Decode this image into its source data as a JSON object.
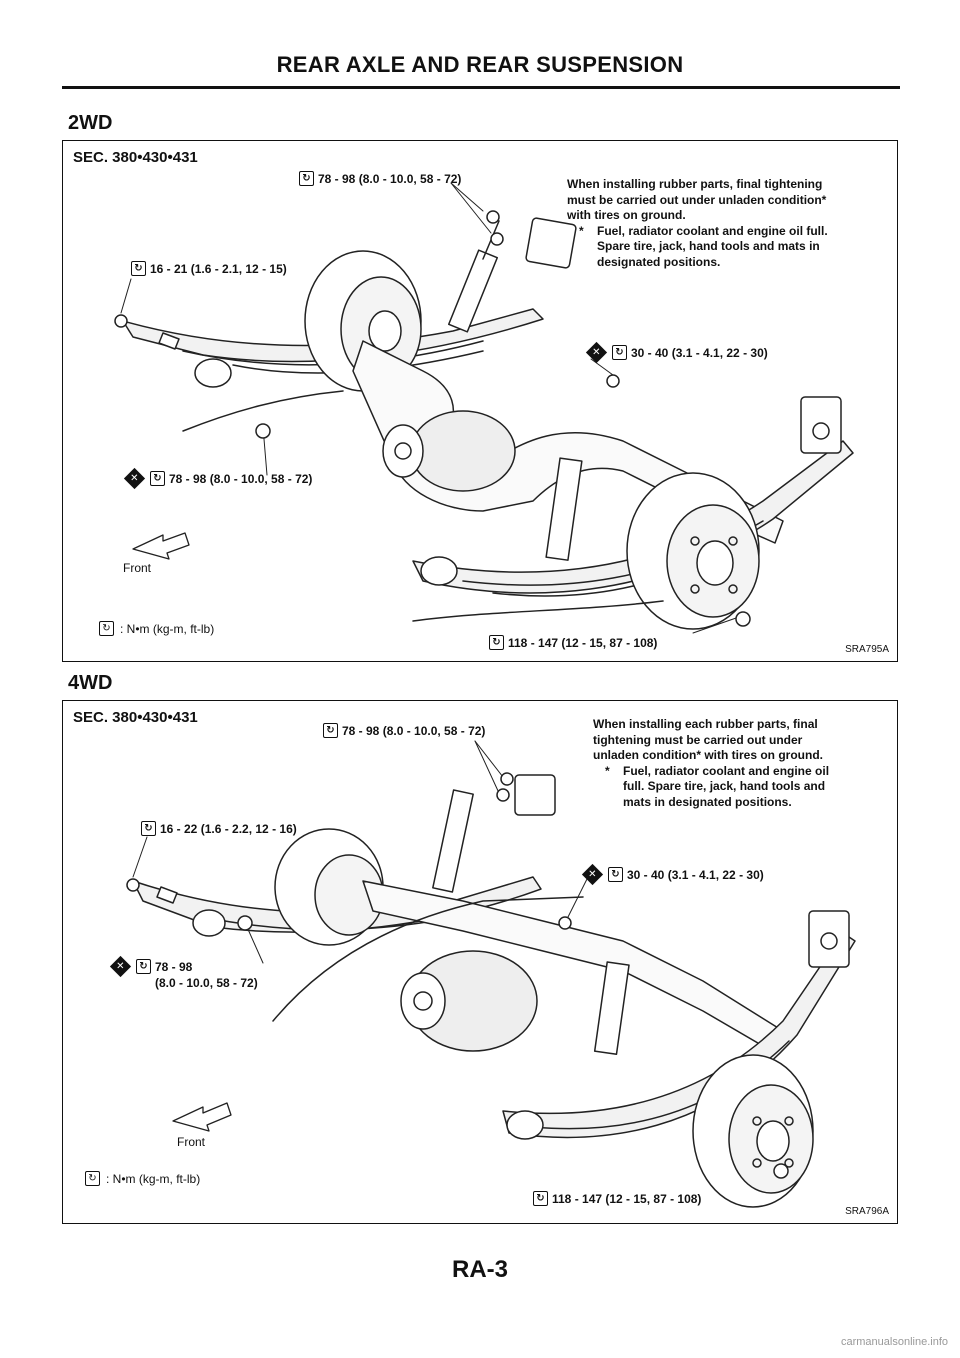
{
  "page": {
    "header": "REAR AXLE AND REAR SUSPENSION",
    "page_number": "RA-3",
    "watermark": "carmanualsonline.info"
  },
  "icons": {
    "torque": "torque-wrench-icon",
    "replace": "do-not-reuse-icon"
  },
  "section_2wd": {
    "heading": "2WD",
    "sec_code": "SEC. 380•430•431",
    "callout_top": "78 - 98 (8.0 - 10.0, 58 - 72)",
    "callout_left": "16 - 21 (1.6 - 2.1, 12 - 15)",
    "callout_mid": "30 - 40 (3.1 - 4.1, 22 - 30)",
    "callout_lower": "78 - 98 (8.0 - 10.0, 58 - 72)",
    "callout_bottom": "118 - 147 (12 - 15, 87 - 108)",
    "note_line1": "When installing rubber parts, final tightening",
    "note_line2": "must be carried out under unladen condition*",
    "note_line3": "with tires on ground.",
    "footnote_star": "*",
    "footnote_line1": "Fuel, radiator coolant and engine oil full.",
    "footnote_line2": "Spare tire, jack, hand tools and mats in",
    "footnote_line3": "designated positions.",
    "front_label": "Front",
    "legend": ": N•m (kg-m, ft-lb)",
    "figure_code": "SRA795A"
  },
  "section_4wd": {
    "heading": "4WD",
    "sec_code": "SEC. 380•430•431",
    "callout_top": "78 - 98 (8.0 - 10.0, 58 - 72)",
    "callout_left": "16 - 22 (1.6 - 2.2, 12 - 16)",
    "callout_mid": "30 - 40 (3.1 - 4.1, 22 - 30)",
    "callout_lower_1": "78 - 98",
    "callout_lower_2": "(8.0 - 10.0, 58 - 72)",
    "callout_bottom": "118 - 147 (12 - 15, 87 - 108)",
    "note_line1": "When installing each rubber parts, final",
    "note_line2": "tightening must be carried out under",
    "note_line3": "unladen condition* with tires on ground.",
    "footnote_star": "*",
    "footnote_line1": "Fuel, radiator coolant and engine oil",
    "footnote_line2": "full. Spare tire, jack, hand tools and",
    "footnote_line3": "mats in designated positions.",
    "front_label": "Front",
    "legend": ": N•m (kg-m, ft-lb)",
    "figure_code": "SRA796A"
  }
}
